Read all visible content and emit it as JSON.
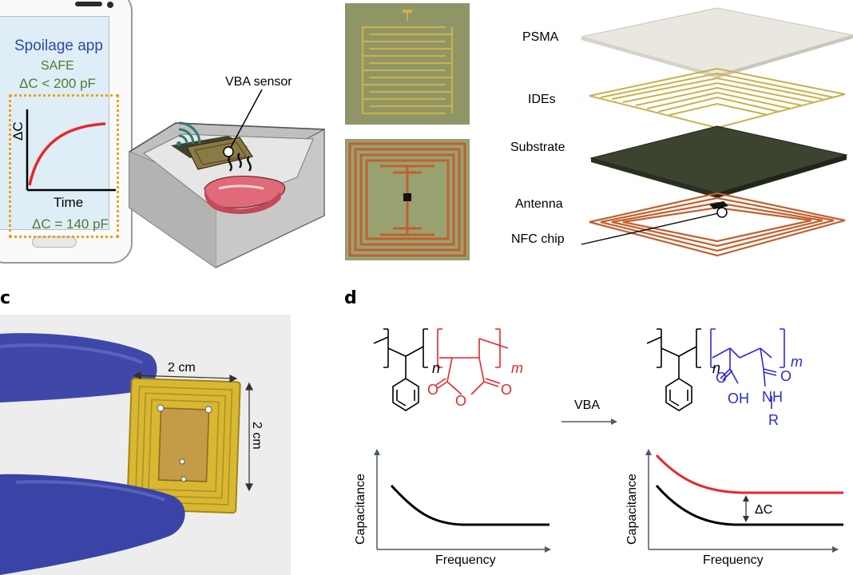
{
  "panel_a": {
    "phone": {
      "app_title": "Spoilage app",
      "status": "SAFE",
      "threshold": "ΔC < 200 pF",
      "y_axis_label": "ΔC",
      "x_axis_label": "Time",
      "reading": "ΔC = 140 pF"
    },
    "sensor_label": "VBA sensor"
  },
  "panel_b": {
    "layers": [
      "PSMA",
      "IDEs",
      "Substrate",
      "Antenna",
      "NFC chip"
    ]
  },
  "panel_c": {
    "letter": "c",
    "width_label": "2 cm",
    "height_label": "2 cm"
  },
  "panel_d": {
    "letter": "d",
    "reaction_label": "VBA",
    "left_structure": {
      "n": "n",
      "m": "m",
      "atoms": [
        "O",
        "O",
        "O"
      ]
    },
    "right_structure": {
      "n": "n",
      "m": "m",
      "atoms": [
        "O",
        "OH",
        "O",
        "NH",
        "R"
      ]
    },
    "plot_left": {
      "ylabel": "Capacitance",
      "xlabel": "Frequency"
    },
    "plot_right": {
      "ylabel": "Capacitance",
      "xlabel": "Frequency",
      "annotation": "ΔC"
    }
  },
  "colors": {
    "red": "#e8262b",
    "blue": "#2a2ad6",
    "gold": "#c9b24a",
    "copper": "#c2602e",
    "substrate": "#3c4430",
    "chip_green": "#9aa572"
  }
}
